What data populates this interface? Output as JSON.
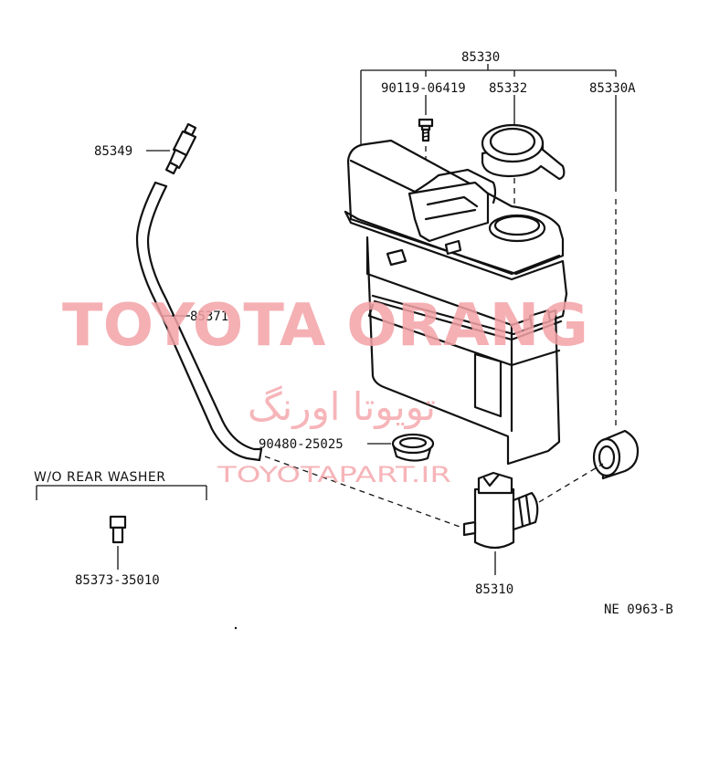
{
  "parts": {
    "p85330": "85330",
    "p90119": "90119-06419",
    "p85332": "85332",
    "p85330A": "85330A",
    "p85349": "85349",
    "p85371": "85371",
    "p90480": "90480-25025",
    "p85310": "85310",
    "p85373": "85373-35010"
  },
  "section_title": "W/O REAR WASHER",
  "figure_code": "NE 0963-B",
  "watermark": {
    "brand": "TOYOTA ORANG",
    "persian": "تویوتا اورنگ",
    "site": "TOYOTAPART.IR"
  },
  "colors": {
    "line": "#111111",
    "watermark": "#f4a3a8",
    "background": "#ffffff"
  }
}
